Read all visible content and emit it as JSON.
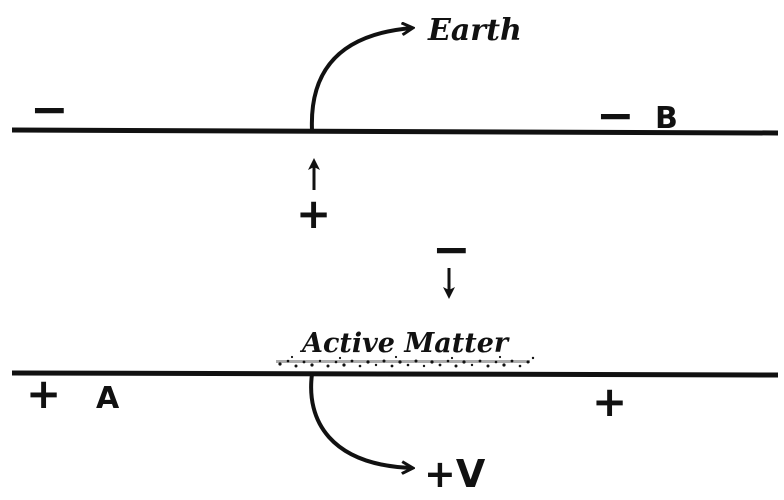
{
  "diagram": {
    "labels": {
      "earth": "Earth",
      "active_matter": "Active Matter",
      "plate_a": "A",
      "plate_b": "B",
      "voltage": "+V"
    },
    "signs": {
      "top_left": "−",
      "top_right": "−",
      "up_arrow_charge": "+",
      "down_arrow_charge": "−",
      "bottom_left": "+",
      "bottom_right": "+"
    },
    "colors": {
      "ink": "#111111",
      "background": "#ffffff"
    }
  }
}
